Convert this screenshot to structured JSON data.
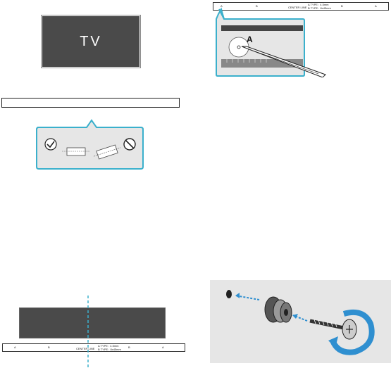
{
  "tv_label": "TV",
  "callout_label": "A",
  "template": {
    "top_letters": [
      "A",
      "B",
      "B",
      "A"
    ],
    "bottom_letters": [
      "A",
      "B",
      "B",
      "A"
    ],
    "small_mark": "CENTER LINE",
    "type_a": "A TYPE : 4.5mm",
    "type_b": "B TYPE : 8x45mm"
  },
  "colors": {
    "screen_dark": "#4a4a4a",
    "callout_border": "#3bb0cc",
    "screw_arrow": "#2f8fd0",
    "panel_bg": "#e6e6e6"
  },
  "icons": [
    "check-icon",
    "prohibited-icon",
    "pen-icon",
    "screw-icon",
    "wall-anchor-icon",
    "rotate-arrow-icon"
  ]
}
